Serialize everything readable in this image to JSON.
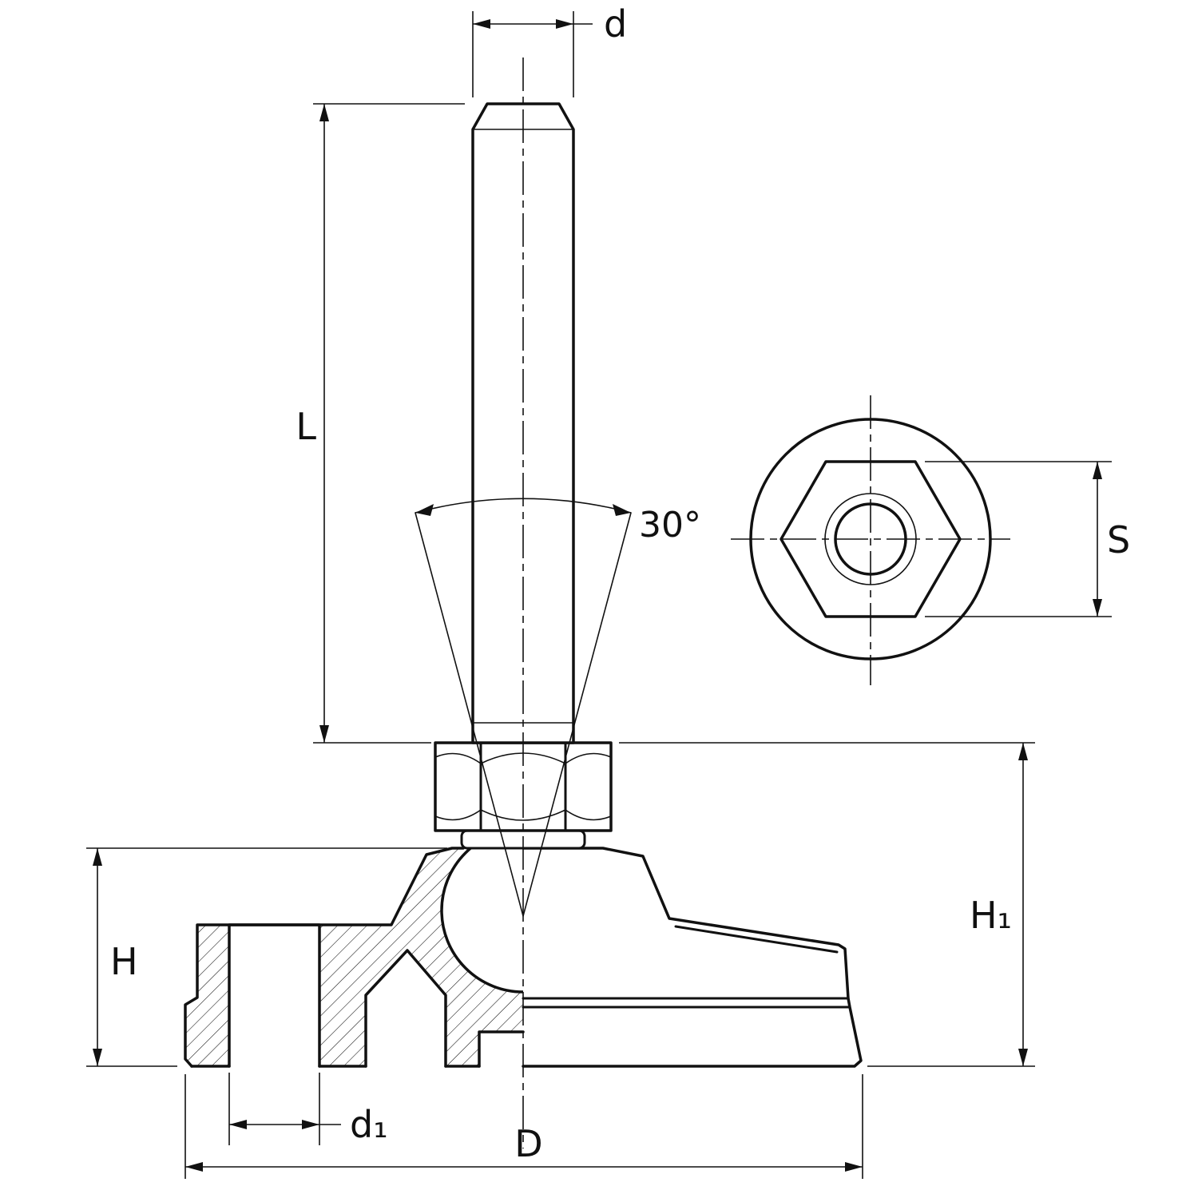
{
  "drawing": {
    "background": "#ffffff",
    "line_color": "#111111",
    "views": {
      "front": "sectioned-front-view",
      "top": "hex-spindle-top-view"
    },
    "labels": {
      "d": "d",
      "L": "L",
      "angle": "30°",
      "S": "S",
      "H": "H",
      "H1": "H₁",
      "d1": "d₁",
      "D": "D"
    }
  }
}
